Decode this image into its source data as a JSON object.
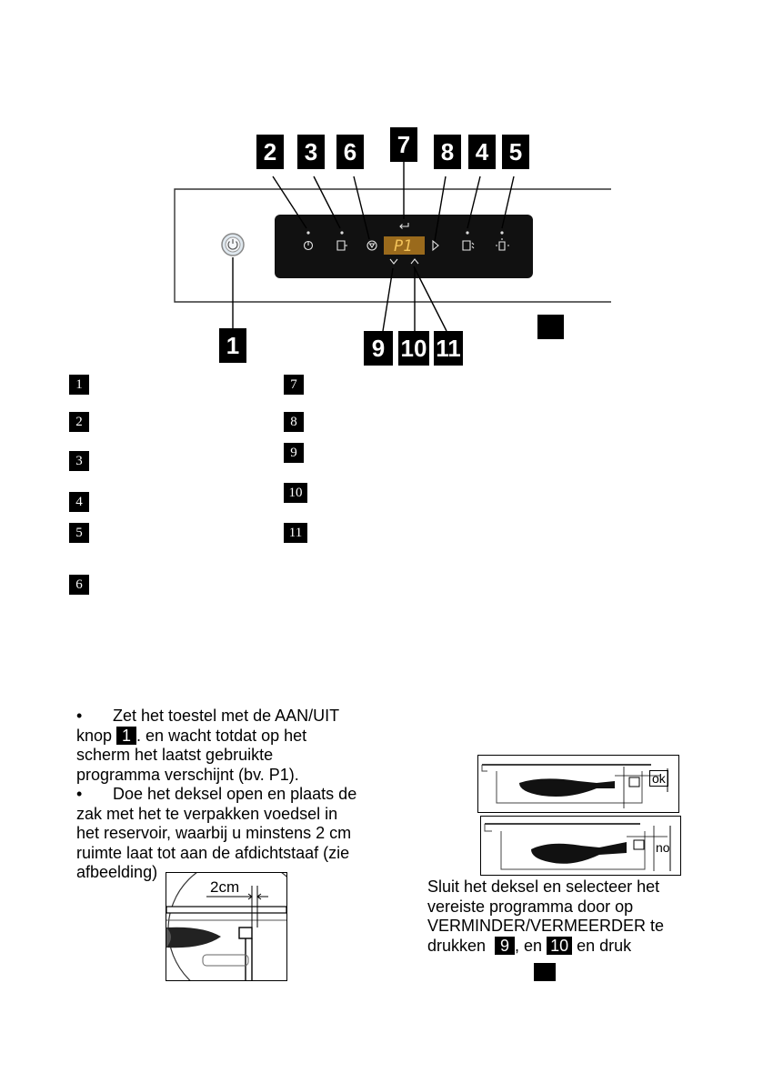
{
  "diagram": {
    "callouts": [
      "1",
      "2",
      "3",
      "4",
      "5",
      "6",
      "7",
      "8",
      "9",
      "10",
      "11"
    ],
    "display_text": "P1"
  },
  "legend": {
    "left": [
      "1",
      "2",
      "3",
      "4",
      "5",
      "6"
    ],
    "right": [
      "7",
      "8",
      "9",
      "10",
      "11"
    ]
  },
  "instructions": {
    "bullet1_line1": "Zet het toestel met de AAN/UIT",
    "bullet1_line2_pre": "knop ",
    "bullet1_badge": "1",
    "bullet1_line2_post": ". en wacht totdat op het",
    "bullet1_line3": "scherm het laatst gebruikte",
    "bullet1_line4": "programma verschijnt (bv. P1).",
    "bullet2_line1": "Doe het deksel open en plaats de",
    "bullet2_line2": "zak met het te verpakken voedsel in",
    "bullet2_line3": "het reservoir, waarbij u minstens 2 cm",
    "bullet2_line4": "ruimte laat tot aan de afdichtstaaf (zie",
    "bullet2_line5": "afbeelding)",
    "bullet_symbol": "•"
  },
  "figures": {
    "zoom_label": "2cm",
    "ok_label": "ok",
    "no_label": "no"
  },
  "right_text": {
    "line1": "Sluit het deksel en selecteer het",
    "line2": "vereiste programma door op",
    "line3": "VERMINDER/VERMEERDER te",
    "line4_pre": "drukken  ",
    "badge9": "9",
    "line4_mid": ", en ",
    "badge10": "10",
    "line4_post": " en druk"
  }
}
